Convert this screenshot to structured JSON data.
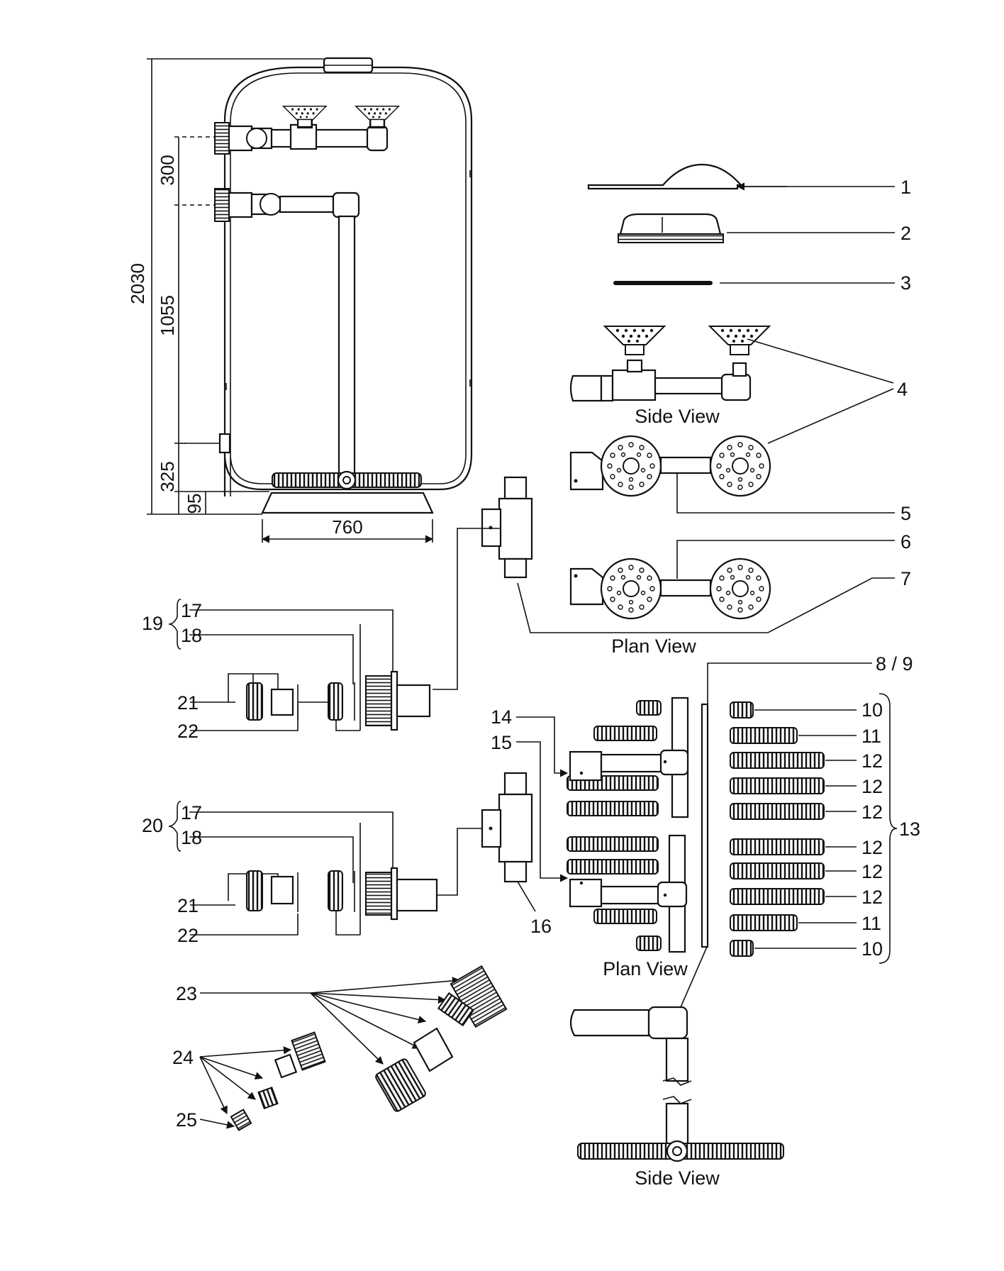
{
  "dimensions": {
    "overall_height": "2030",
    "inlet_spacing": "300",
    "mid_spacing": "1055",
    "lower_spacing": "325",
    "base_height": "95",
    "width": "760"
  },
  "captions": {
    "side_view_top": "Side View",
    "plan_view_mid": "Plan View",
    "plan_view_lower": "Plan View",
    "side_view_bottom": "Side View"
  },
  "callouts": {
    "c1": "1",
    "c2": "2",
    "c3": "3",
    "c4": "4",
    "c5": "5",
    "c6": "6",
    "c7": "7",
    "c8_9": "8 / 9",
    "c10a": "10",
    "c11a": "11",
    "c12a": "12",
    "c12b": "12",
    "c12c": "12",
    "c12d": "12",
    "c12e": "12",
    "c12f": "12",
    "c11b": "11",
    "c10b": "10",
    "c13": "13",
    "c14": "14",
    "c15": "15",
    "c16": "16",
    "c17a": "17",
    "c18a": "18",
    "c19": "19",
    "c21a": "21",
    "c22a": "22",
    "c17b": "17",
    "c18b": "18",
    "c20": "20",
    "c21b": "21",
    "c22b": "22",
    "c23": "23",
    "c24": "24",
    "c25": "25"
  },
  "icons": {
    "diffuser": "diffuser-cup-icon",
    "lateral": "lateral-slotted-icon",
    "union": "union-fitting-icon"
  }
}
